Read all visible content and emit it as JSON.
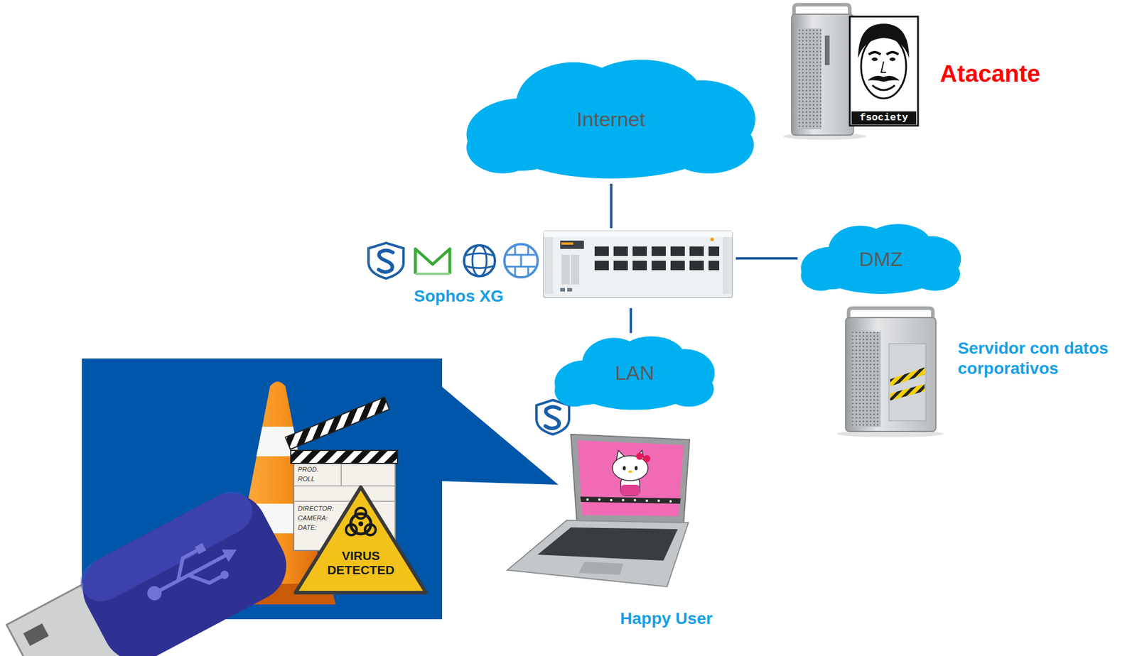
{
  "diagram": {
    "nodes": [
      {
        "text": [
          "Internet"
        ]
      },
      {
        "text": [
          "Atacante"
        ]
      },
      {
        "text": [
          "Sophos XG"
        ]
      },
      {
        "text": [
          "DMZ"
        ]
      },
      {
        "text": [
          "LAN"
        ]
      },
      {
        "text": [
          "Servidor con datos corporativos"
        ]
      },
      {
        "text": [
          "Happy User"
        ]
      }
    ],
    "edges": [
      {
        "from": 0,
        "to": 2,
        "arrow": "none"
      },
      {
        "from": 2,
        "to": 3,
        "arrow": "none"
      },
      {
        "from": 2,
        "to": 4,
        "arrow": "none"
      }
    ],
    "labels": [
      "fsociety",
      "PROD.",
      "ROLL",
      "DIRECTOR:",
      "CAMERA:",
      "DATE:",
      "VIRUS DETECTED"
    ]
  }
}
